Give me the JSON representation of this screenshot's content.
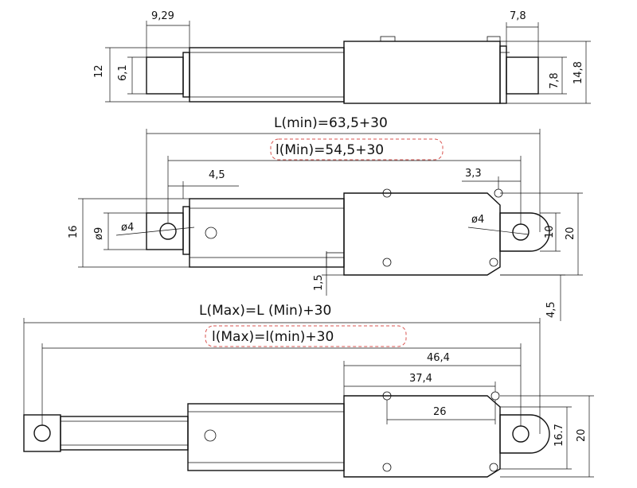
{
  "views": {
    "top": {
      "dim_rod_len": "9,29",
      "dim_height": "12",
      "dim_rod_dia": "6,1",
      "dim_right_w": "7,8",
      "dim_right_h1": "7,8",
      "dim_right_h2": "14,8"
    },
    "middle": {
      "dim_lmin": "L(min)=63,5+30",
      "dim_lmin_small": "l(Min)=54,5+30",
      "dim_4_5": "4,5",
      "dim_3_3": "3,3",
      "dim_16": "16",
      "dim_phi9": "ø9",
      "dim_phi4_left": "ø4",
      "dim_phi4_right": "ø4",
      "dim_10": "10",
      "dim_20": "20",
      "dim_1_5": "1,5",
      "dim_4_5_right": "4,5"
    },
    "bottom": {
      "dim_lmax": "L(Max)=L (Min)+30",
      "dim_lmax_small": "l(Max)=l(min)+30",
      "dim_46_4": "46,4",
      "dim_37_4": "37,4",
      "dim_26": "26",
      "dim_16_7": "16.7",
      "dim_20": "20"
    }
  }
}
